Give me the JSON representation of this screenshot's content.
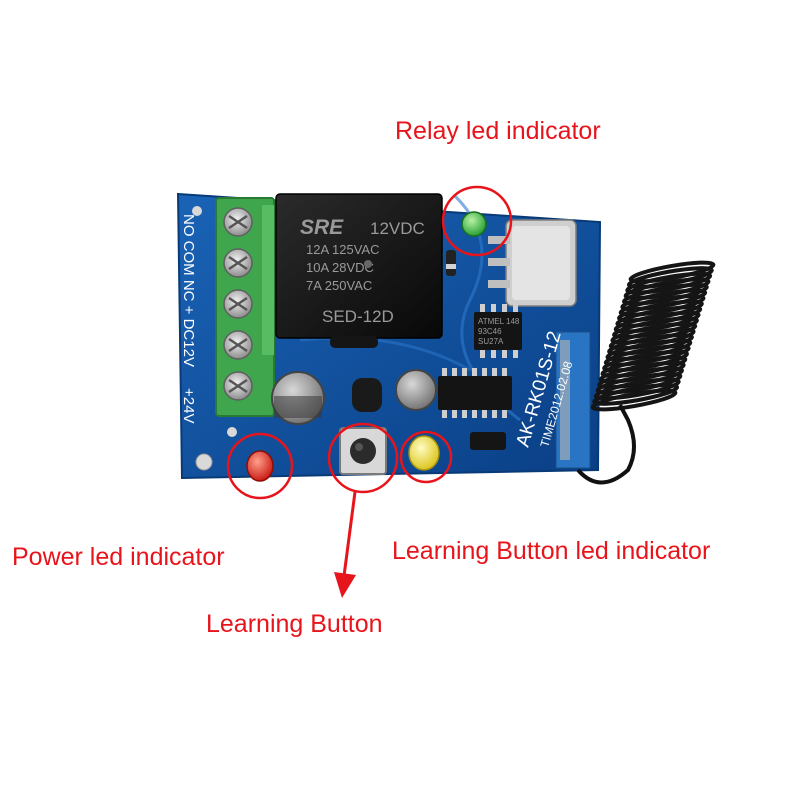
{
  "callouts": {
    "relay_led": "Relay led indicator",
    "power_led": "Power led indicator",
    "learning_button_led": "Learning Button led indicator",
    "learning_button": "Learning Button"
  },
  "board": {
    "model": "AK-RK01S-12",
    "date_code": "TIME2012.02.08",
    "terminals": "NO COM NC + DC12V",
    "power_label": "+24V",
    "relay": {
      "brand": "SRE",
      "coil": "12VDC",
      "rating_1": "12A  125VAC",
      "rating_2": "10A  28VDC",
      "rating_3": "7A   250VAC",
      "model": "SED-12D"
    },
    "chip": {
      "line_1": "ATMEL 148",
      "line_2": "93C46",
      "line_3": "SU27A"
    }
  },
  "colors": {
    "annotation": "#e8141b",
    "pcb": "#0c4f9c",
    "terminal_block": "#3fa64d",
    "relay_led": "#33b23a",
    "power_led": "#e8251f",
    "learn_led": "#f0dc1e"
  }
}
